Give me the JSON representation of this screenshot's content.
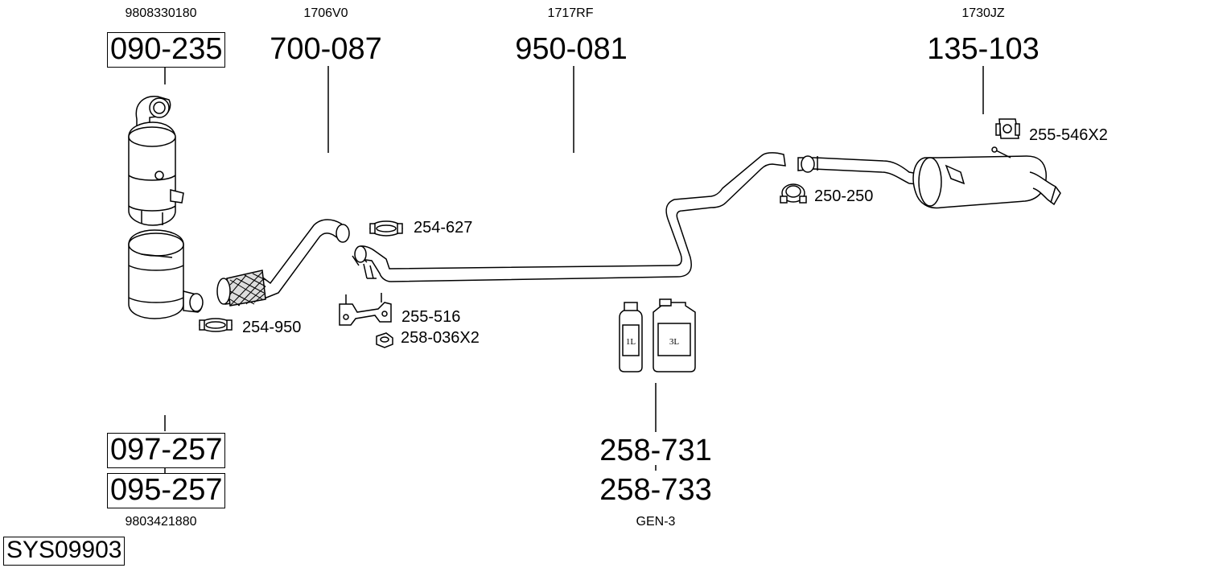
{
  "diagram": {
    "system_code": "SYS09903",
    "parts": {
      "p090_235": {
        "number": "090-235",
        "oem": "9808330180"
      },
      "p700_087": {
        "number": "700-087",
        "oem": "1706V0"
      },
      "p950_081": {
        "number": "950-081",
        "oem": "1717RF"
      },
      "p135_103": {
        "number": "135-103",
        "oem": "1730JZ"
      },
      "p097_257": {
        "number": "097-257"
      },
      "p095_257": {
        "number": "095-257",
        "oem": "9803421880"
      },
      "p258_731": {
        "number": "258-731"
      },
      "p258_733": {
        "number": "258-733",
        "oem": "GEN-3"
      }
    },
    "accessories": {
      "a255_546": "255-546X2",
      "a250_250": "250-250",
      "a254_627": "254-627",
      "a255_516": "255-516",
      "a258_036": "258-036X2",
      "a254_950": "254-950"
    },
    "containers": {
      "small": "1L",
      "large": "3L"
    }
  }
}
